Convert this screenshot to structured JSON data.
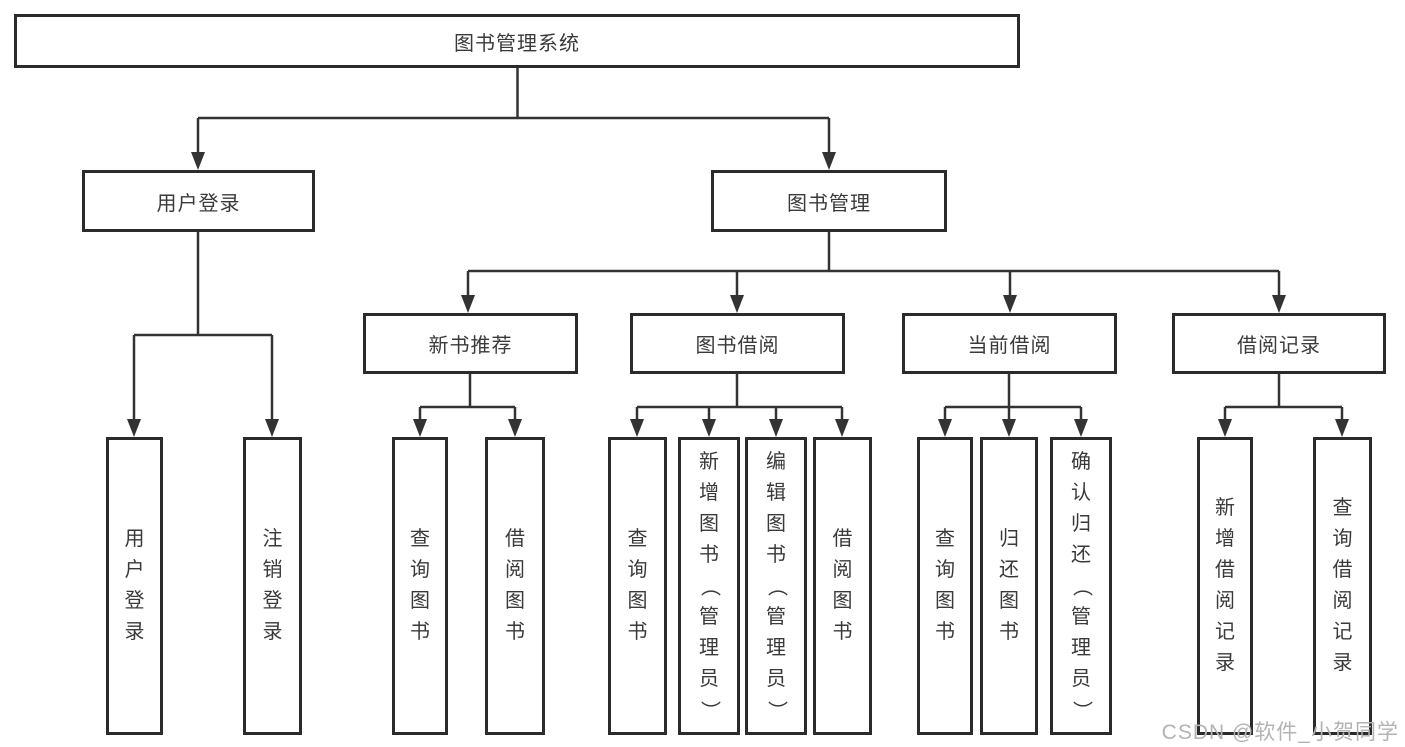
{
  "diagram": {
    "root": {
      "label": "图书管理系统"
    },
    "branches": [
      {
        "label": "用户登录",
        "leaves": [
          {
            "label": "用户登录"
          },
          {
            "label": "注销登录"
          }
        ]
      },
      {
        "label": "图书管理",
        "sections": [
          {
            "label": "新书推荐",
            "leaves": [
              {
                "label": "查询图书"
              },
              {
                "label": "借阅图书"
              }
            ]
          },
          {
            "label": "图书借阅",
            "leaves": [
              {
                "label": "查询图书"
              },
              {
                "label": "新增图书（管理员）"
              },
              {
                "label": "编辑图书（管理员）"
              },
              {
                "label": "借阅图书"
              }
            ]
          },
          {
            "label": "当前借阅",
            "leaves": [
              {
                "label": "查询图书"
              },
              {
                "label": "归还图书"
              },
              {
                "label": "确认归还（管理员）"
              }
            ]
          },
          {
            "label": "借阅记录",
            "leaves": [
              {
                "label": "新增借阅记录"
              },
              {
                "label": "查询借阅记录"
              }
            ]
          }
        ]
      }
    ]
  },
  "watermark": {
    "text": "CSDN @软件_小贺同学"
  },
  "colors": {
    "line": "#333333",
    "box_border": "#2b2b2b",
    "text": "#3a3a3a",
    "watermark": "#b3b3b3",
    "background": "#ffffff"
  }
}
